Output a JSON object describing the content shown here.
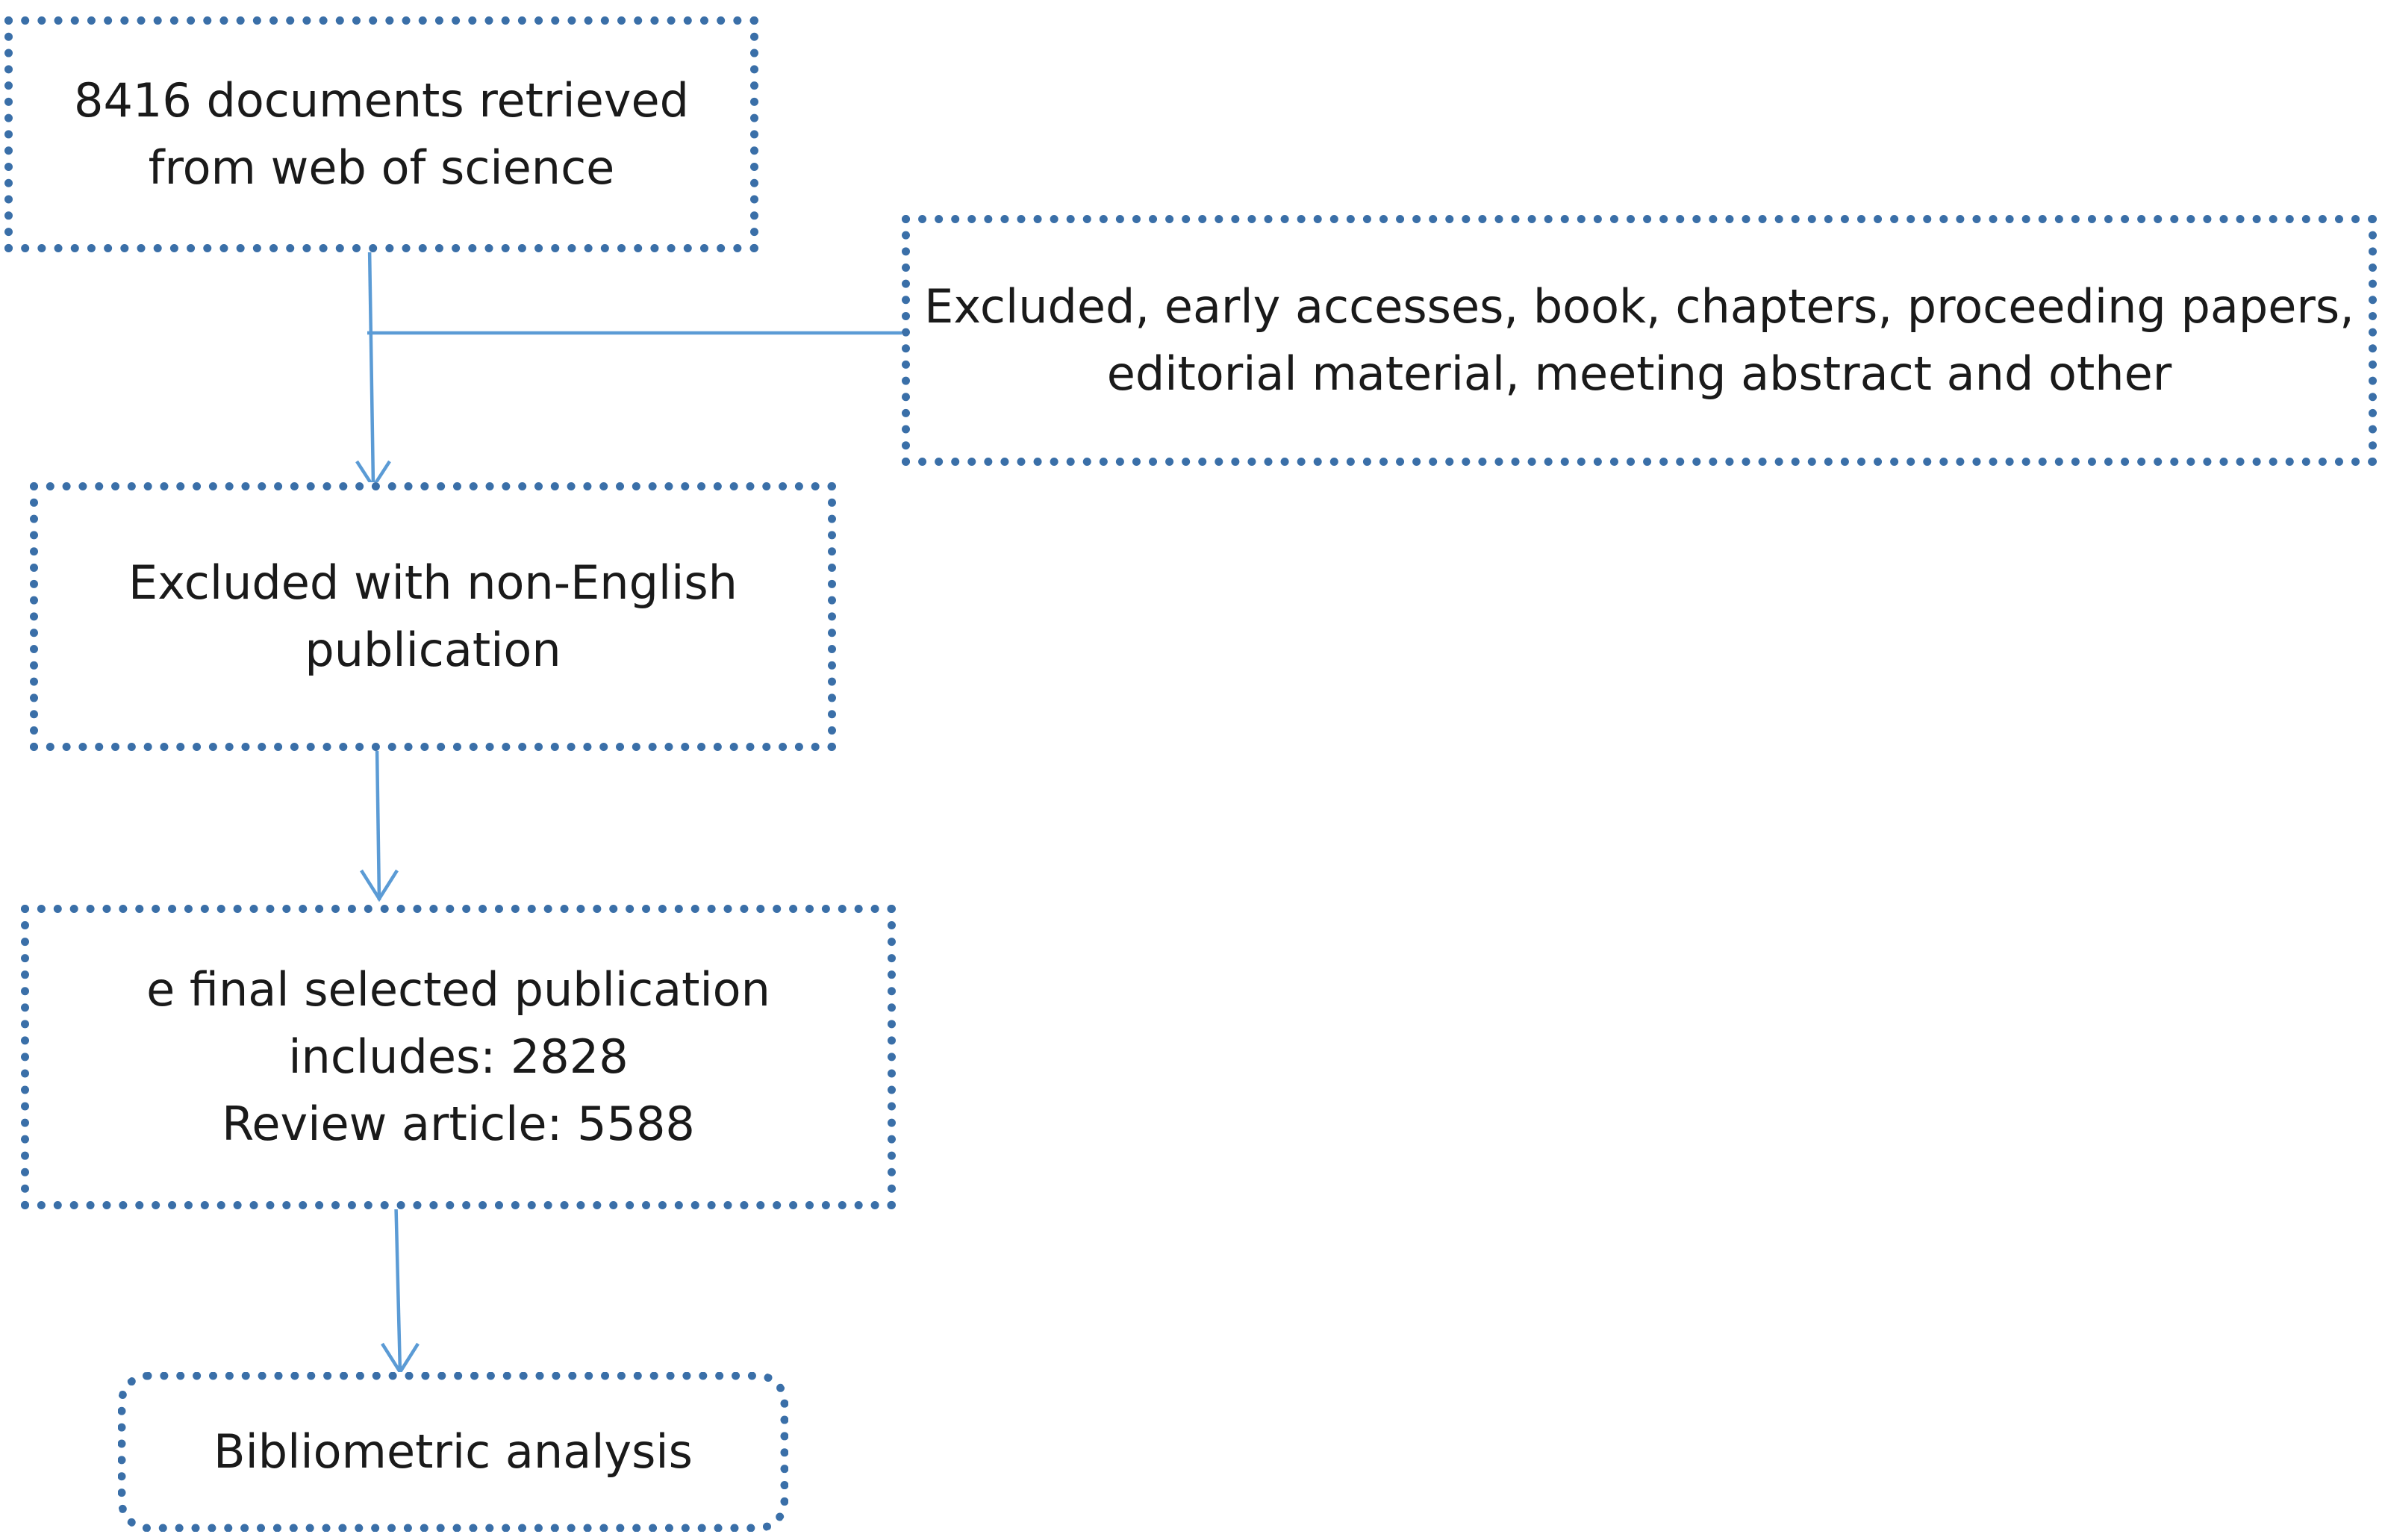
{
  "flowchart": {
    "nodes": [
      {
        "id": "retrieved",
        "text": "8416 documents retrieved\nfrom web of science"
      },
      {
        "id": "excluded_types",
        "text": "Excluded, early accesses, book, chapters, proceeding papers,\neditorial material, meeting abstract and other"
      },
      {
        "id": "non_english",
        "text": "Excluded with non-English\npublication"
      },
      {
        "id": "final",
        "text": "e final selected publication\nincludes: 2828\nReview article: 5588"
      },
      {
        "id": "bibliometric",
        "text": "Bibliometric analysis"
      }
    ],
    "edges": [
      {
        "from": "retrieved",
        "to": "non_english"
      },
      {
        "from": "excluded_types",
        "to": "retrieved-to-non_english",
        "type": "side-branch"
      },
      {
        "from": "non_english",
        "to": "final"
      },
      {
        "from": "final",
        "to": "bibliometric"
      }
    ],
    "colors": {
      "box_border": "#3a6fa8",
      "connector": "#5b9bd5",
      "text": "#1a1a1a"
    }
  }
}
